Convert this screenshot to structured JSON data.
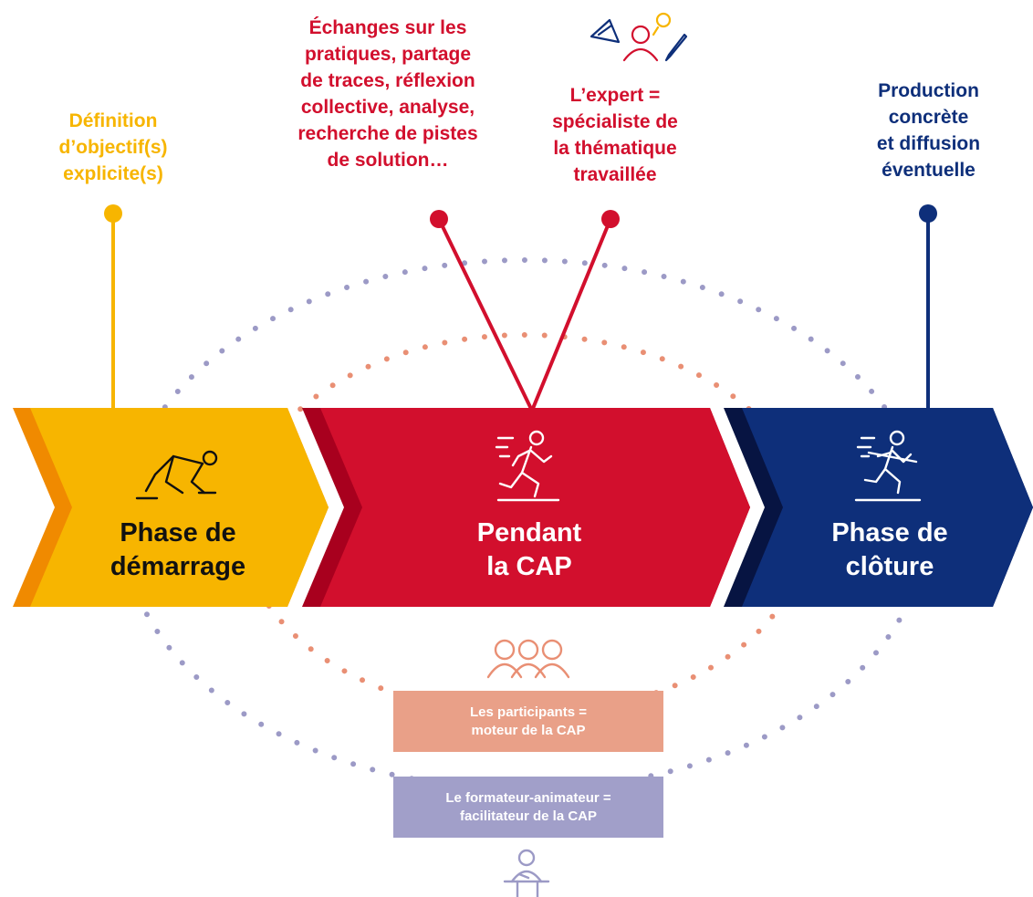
{
  "colors": {
    "yellow": "#F7B500",
    "yellow_dark": "#F08A00",
    "red": "#D20F2D",
    "red_dark": "#A8001E",
    "navy": "#0E2F7A",
    "navy_dark": "#071442",
    "salmon": "#E9A088",
    "lavender": "#A19FC9",
    "salmon_dot": "#E98F74",
    "lavender_dot": "#9C9AC6"
  },
  "top_labels": {
    "definition": "Définition\nd’objectif(s)\nexplicite(s)",
    "echanges": "Échanges sur les\npratiques, partage\nde traces, réflexion\ncollective, analyse,\nrecherche de pistes\nde solution…",
    "expert": "L’expert =\nspécialiste de\nla thématique\ntravaillée",
    "production": "Production\nconcrète\net diffusion\néventuelle"
  },
  "phases": {
    "demarrage": "Phase de\ndémarrage",
    "pendant": "Pendant\nla CAP",
    "cloture": "Phase de\nclôture"
  },
  "roles": {
    "participants": "Les participants =\nmoteur de la CAP",
    "formateur": "Le formateur-animateur =\nfacilitateur de la CAP"
  },
  "icons": {
    "expert": "expert-tools-icon",
    "start": "sprinter-start-icon",
    "runner": "runner-icon",
    "finish": "finish-line-runner-icon",
    "participants": "participants-group-icon",
    "facilitator": "facilitator-person-icon"
  }
}
